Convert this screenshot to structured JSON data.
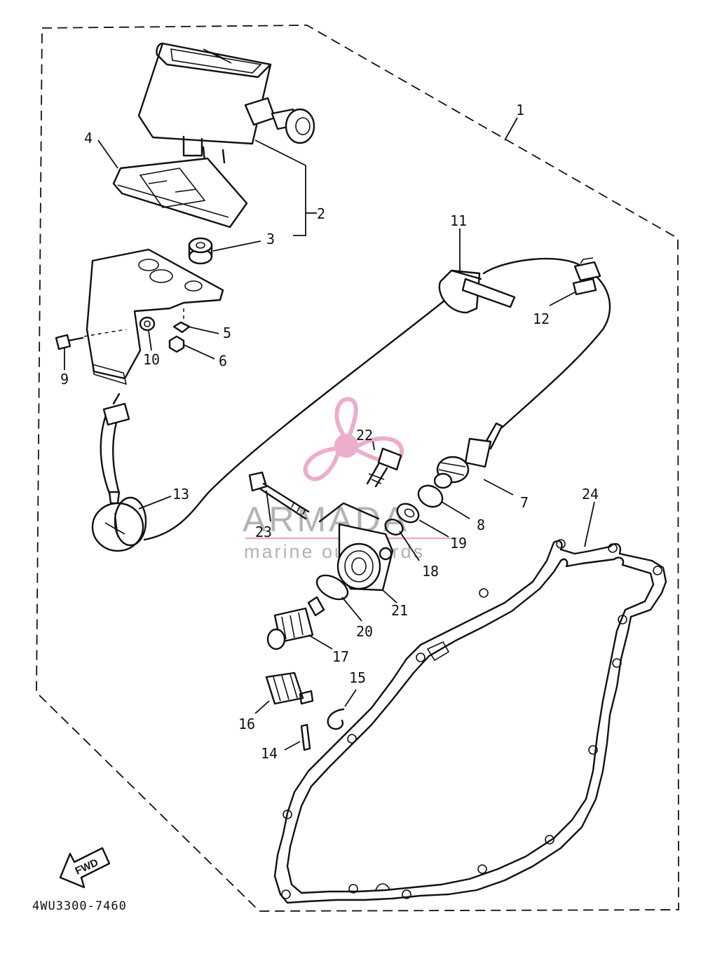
{
  "diagram_code": "4WU3300-7460",
  "fwd_label": "FWD",
  "watermark": {
    "brand": "ARMADA",
    "tagline": "marine outboards",
    "logo_color": "#e79ac0"
  },
  "callouts": [
    {
      "id": "1",
      "text": "1"
    },
    {
      "id": "2",
      "text": "2"
    },
    {
      "id": "3",
      "text": "3"
    },
    {
      "id": "4",
      "text": "4"
    },
    {
      "id": "5",
      "text": "5"
    },
    {
      "id": "6",
      "text": "6"
    },
    {
      "id": "7",
      "text": "7"
    },
    {
      "id": "8",
      "text": "8"
    },
    {
      "id": "9",
      "text": "9"
    },
    {
      "id": "10",
      "text": "10"
    },
    {
      "id": "11",
      "text": "11"
    },
    {
      "id": "12",
      "text": "12"
    },
    {
      "id": "13",
      "text": "13"
    },
    {
      "id": "14",
      "text": "14"
    },
    {
      "id": "15",
      "text": "15"
    },
    {
      "id": "16",
      "text": "16"
    },
    {
      "id": "17",
      "text": "17"
    },
    {
      "id": "18",
      "text": "18"
    },
    {
      "id": "19",
      "text": "19"
    },
    {
      "id": "20",
      "text": "20"
    },
    {
      "id": "21",
      "text": "21"
    },
    {
      "id": "22",
      "text": "22"
    },
    {
      "id": "23",
      "text": "23"
    },
    {
      "id": "24",
      "text": "24"
    }
  ]
}
